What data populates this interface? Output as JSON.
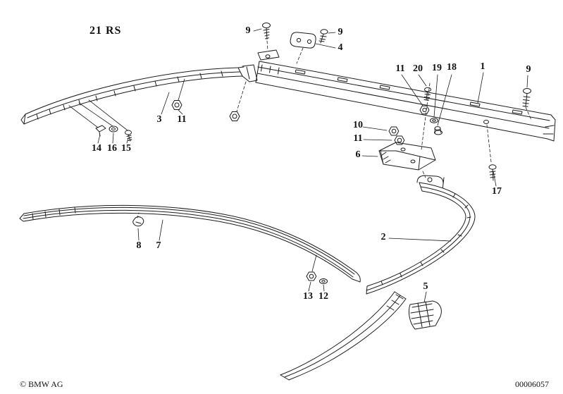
{
  "page": {
    "header_code": "21 RS",
    "copyright": "© BMW AG",
    "document_number": "00006057"
  },
  "callouts": [
    {
      "label": "9"
    },
    {
      "label": "9"
    },
    {
      "label": "4"
    },
    {
      "label": "11"
    },
    {
      "label": "20"
    },
    {
      "label": "19"
    },
    {
      "label": "18"
    },
    {
      "label": "1"
    },
    {
      "label": "9"
    },
    {
      "label": "3"
    },
    {
      "label": "11"
    },
    {
      "label": "14"
    },
    {
      "label": "16"
    },
    {
      "label": "15"
    },
    {
      "label": "10"
    },
    {
      "label": "11"
    },
    {
      "label": "6"
    },
    {
      "label": "17"
    },
    {
      "label": "2"
    },
    {
      "label": "8"
    },
    {
      "label": "7"
    },
    {
      "label": "5"
    },
    {
      "label": "13"
    },
    {
      "label": "12"
    }
  ]
}
